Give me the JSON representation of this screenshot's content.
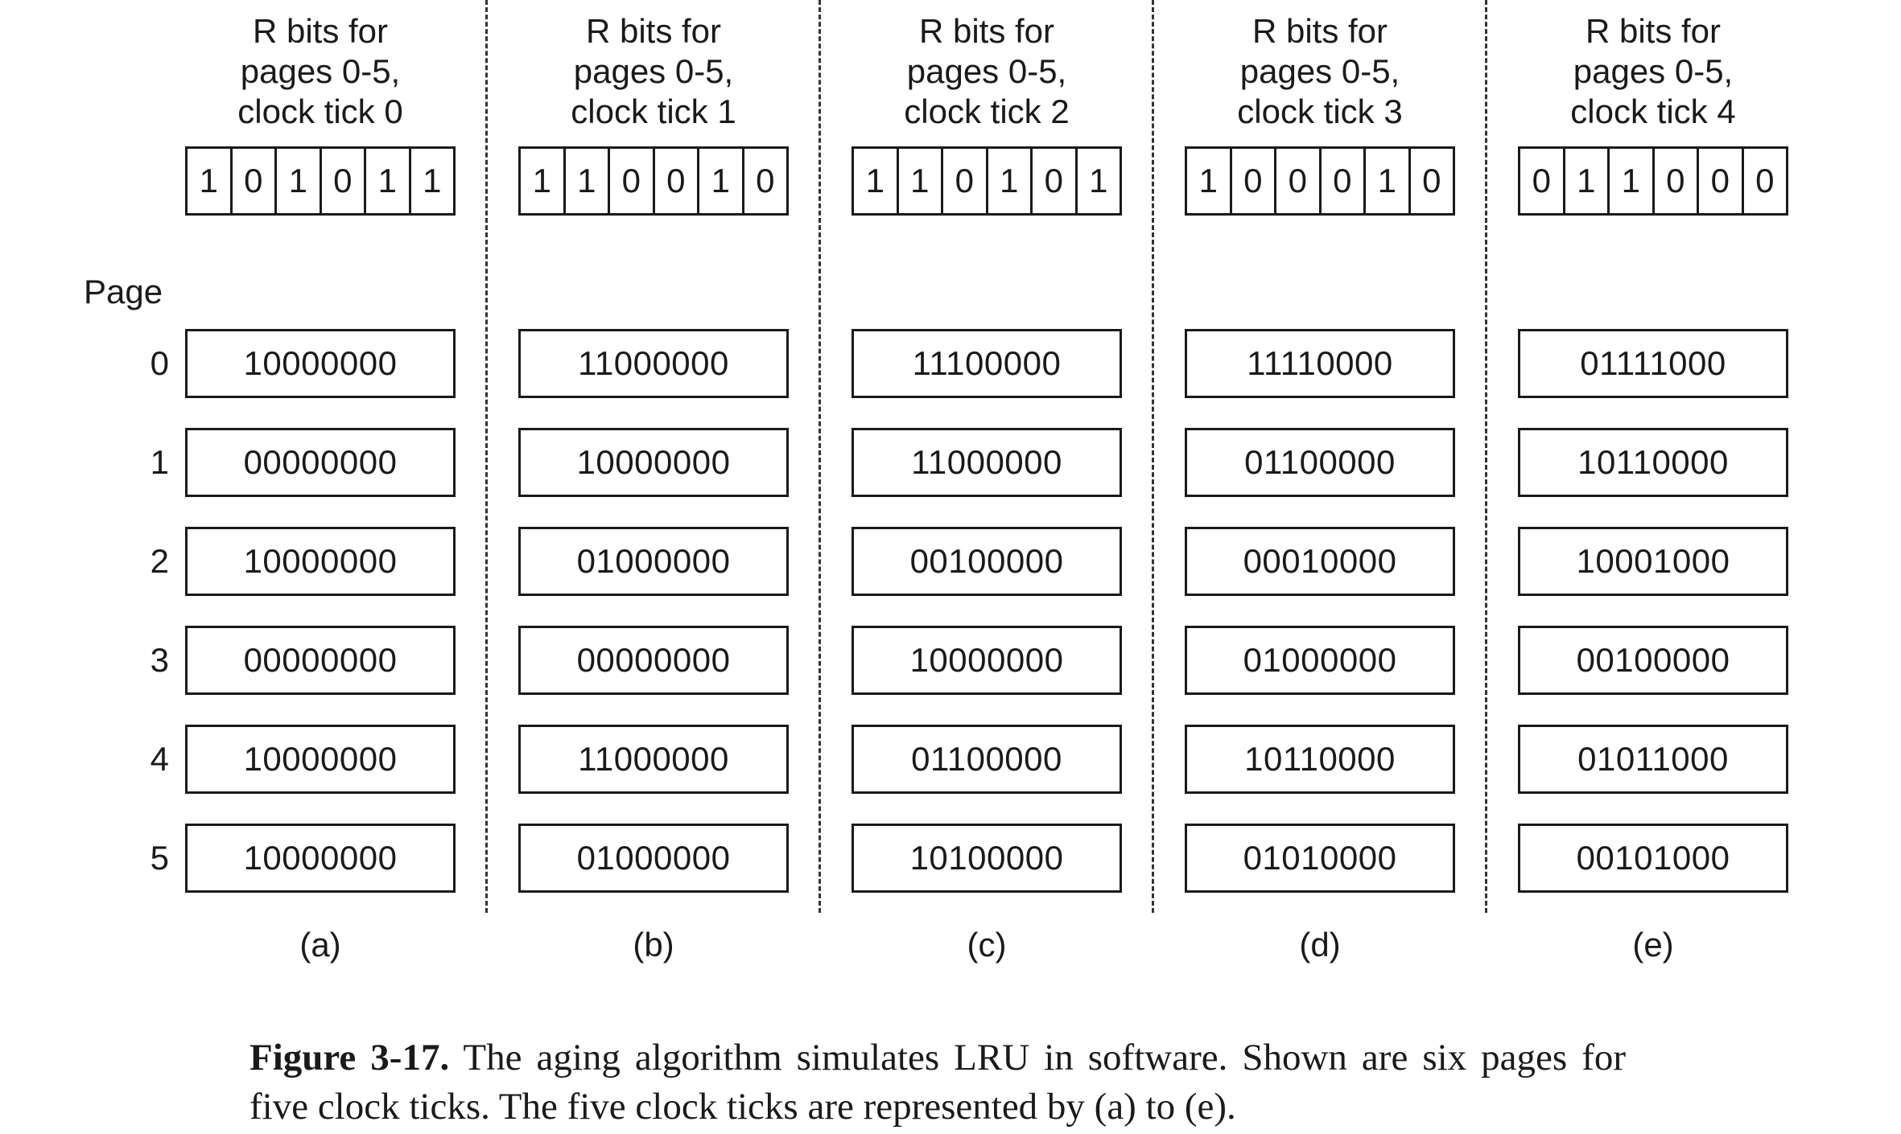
{
  "figure": {
    "page_label": "Page",
    "page_numbers": [
      "0",
      "1",
      "2",
      "3",
      "4",
      "5"
    ],
    "columns": [
      {
        "header": "R bits for\npages 0-5,\nclock tick 0",
        "r_bits": [
          "1",
          "0",
          "1",
          "0",
          "1",
          "1"
        ],
        "counters": [
          "10000000",
          "00000000",
          "10000000",
          "00000000",
          "10000000",
          "10000000"
        ],
        "label": "(a)"
      },
      {
        "header": "R bits for\npages 0-5,\nclock tick 1",
        "r_bits": [
          "1",
          "1",
          "0",
          "0",
          "1",
          "0"
        ],
        "counters": [
          "11000000",
          "10000000",
          "01000000",
          "00000000",
          "11000000",
          "01000000"
        ],
        "label": "(b)"
      },
      {
        "header": "R bits for\npages 0-5,\nclock tick 2",
        "r_bits": [
          "1",
          "1",
          "0",
          "1",
          "0",
          "1"
        ],
        "counters": [
          "11100000",
          "11000000",
          "00100000",
          "10000000",
          "01100000",
          "10100000"
        ],
        "label": "(c)"
      },
      {
        "header": "R bits for\npages 0-5,\nclock tick 3",
        "r_bits": [
          "1",
          "0",
          "0",
          "0",
          "1",
          "0"
        ],
        "counters": [
          "11110000",
          "01100000",
          "00010000",
          "01000000",
          "10110000",
          "01010000"
        ],
        "label": "(d)"
      },
      {
        "header": "R bits for\npages 0-5,\nclock tick 4",
        "r_bits": [
          "0",
          "1",
          "1",
          "0",
          "0",
          "0"
        ],
        "counters": [
          "01111000",
          "10110000",
          "10001000",
          "00100000",
          "01011000",
          "00101000"
        ],
        "label": "(e)"
      }
    ]
  },
  "caption": {
    "label": "Figure 3-17.",
    "text": "The aging algorithm simulates LRU in software. Shown are six pages for five clock ticks.  The five clock ticks are represented by (a) to (e)."
  }
}
